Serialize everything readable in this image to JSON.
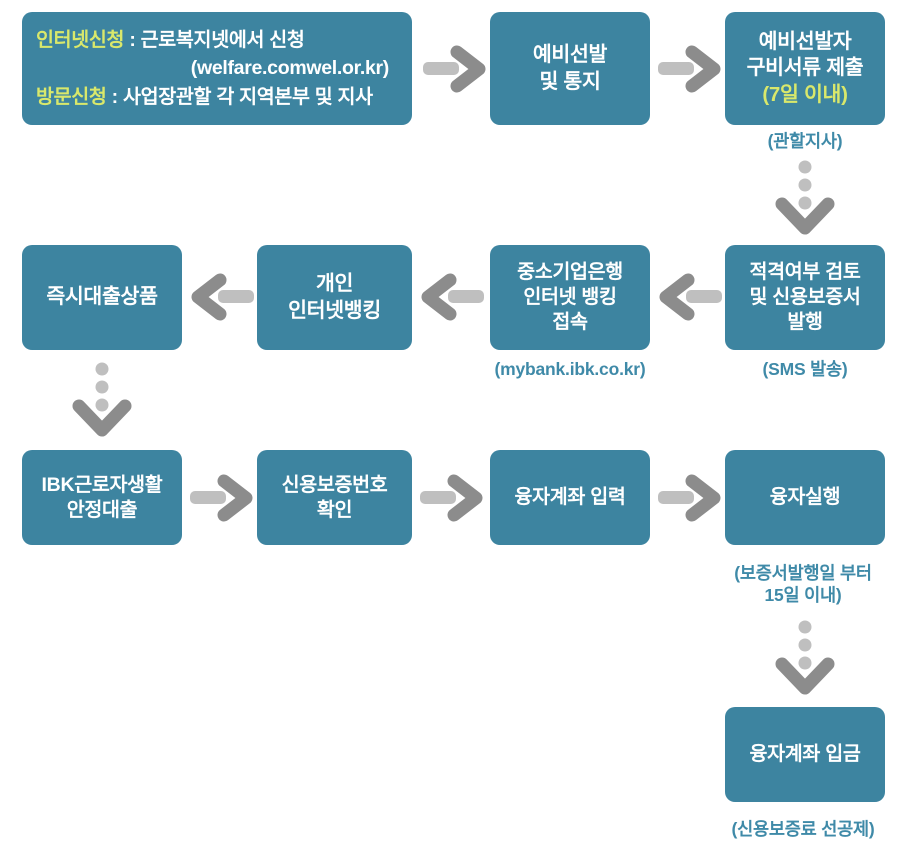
{
  "diagram": {
    "title": "IBK Worker Living Stabilization Loan Process Flowchart",
    "colors": {
      "box_fill": "#3d84a0",
      "box_text": "#ffffff",
      "highlight_text": "#d9e86b",
      "caption_text": "#3f8aa8",
      "arrow_head": "#8c8c8c",
      "arrow_tail": "#bfbfbf",
      "background": "#ffffff"
    },
    "nodes": [
      {
        "id": "apply",
        "lines": [
          {
            "label": "인터넷신청",
            "sep": " : ",
            "value": "근로복지넷에서 신청",
            "label_highlight": true
          },
          {
            "label": "",
            "sep": "",
            "value": "(welfare.comwel.or.kr)",
            "label_highlight": false
          },
          {
            "label": "방문신청",
            "sep": " : ",
            "value": "사업장관할 각 지역본부 및 지사",
            "label_highlight": true
          }
        ],
        "caption": ""
      },
      {
        "id": "preselect",
        "text": "예비선발\n및 통지",
        "caption": ""
      },
      {
        "id": "documents",
        "text": "예비선발자\n구비서류 제출",
        "highlight": "(7일 이내)",
        "caption": "(관할지사)"
      },
      {
        "id": "review",
        "text": "적격여부 검토\n및 신용보증서\n발행",
        "caption": "(SMS 발송)"
      },
      {
        "id": "ibk-netbank",
        "text": "중소기업은행\n인터넷 뱅킹\n접속",
        "caption": "(mybank.ibk.co.kr)"
      },
      {
        "id": "personal-netbank",
        "text": "개인\n인터넷뱅킹",
        "caption": ""
      },
      {
        "id": "instant-loan",
        "text": "즉시대출상품",
        "caption": ""
      },
      {
        "id": "ibk-loan",
        "text": "IBK근로자생활\n안정대출",
        "caption": ""
      },
      {
        "id": "guarantee-no",
        "text": "신용보증번호\n확인",
        "caption": ""
      },
      {
        "id": "account-input",
        "text": "융자계좌 입력",
        "caption": ""
      },
      {
        "id": "loan-exec",
        "text": "융자실행",
        "caption": "(보증서발행일 부터\n15일 이내)"
      },
      {
        "id": "deposit",
        "text": "융자계좌 입금",
        "caption": "(신용보증료 선공제)"
      }
    ],
    "arrows": [
      {
        "id": "a1",
        "from": "apply",
        "to": "preselect",
        "direction": "right",
        "style": "solid"
      },
      {
        "id": "a2",
        "from": "preselect",
        "to": "documents",
        "direction": "right",
        "style": "solid"
      },
      {
        "id": "a3",
        "from": "documents",
        "to": "review",
        "direction": "down",
        "style": "dotted"
      },
      {
        "id": "a4",
        "from": "review",
        "to": "ibk-netbank",
        "direction": "left",
        "style": "solid"
      },
      {
        "id": "a5",
        "from": "ibk-netbank",
        "to": "personal-netbank",
        "direction": "left",
        "style": "solid"
      },
      {
        "id": "a6",
        "from": "personal-netbank",
        "to": "instant-loan",
        "direction": "left",
        "style": "solid"
      },
      {
        "id": "a7",
        "from": "instant-loan",
        "to": "ibk-loan",
        "direction": "down",
        "style": "dotted"
      },
      {
        "id": "a8",
        "from": "ibk-loan",
        "to": "guarantee-no",
        "direction": "right",
        "style": "solid"
      },
      {
        "id": "a9",
        "from": "guarantee-no",
        "to": "account-input",
        "direction": "right",
        "style": "solid"
      },
      {
        "id": "a10",
        "from": "account-input",
        "to": "loan-exec",
        "direction": "right",
        "style": "solid"
      },
      {
        "id": "a11",
        "from": "loan-exec",
        "to": "deposit",
        "direction": "down",
        "style": "dotted"
      }
    ]
  }
}
